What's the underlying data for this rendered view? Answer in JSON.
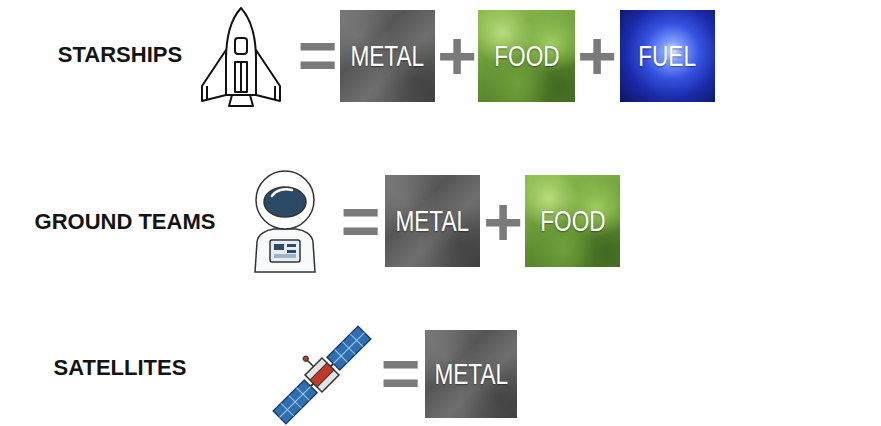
{
  "diagram": {
    "nodes": [
      {
        "text": [
          "METAL"
        ]
      },
      {
        "text": [
          "FOOD"
        ]
      },
      {
        "text": [
          "FUEL"
        ]
      },
      {
        "text": [
          "METAL"
        ]
      },
      {
        "text": [
          "FOOD"
        ]
      },
      {
        "text": [
          "METAL"
        ]
      }
    ],
    "labels": [
      "STARSHIPS",
      "=",
      "+",
      "+",
      "GROUND TEAMS",
      "=",
      "+",
      "SATELLITES",
      "="
    ]
  }
}
